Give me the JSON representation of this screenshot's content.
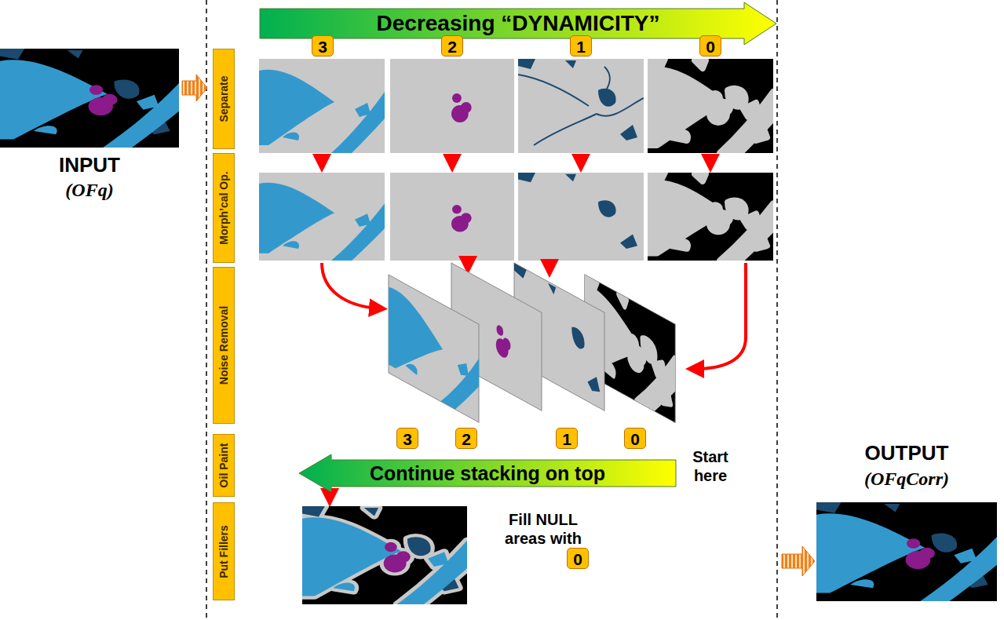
{
  "diagram": {
    "nodes": [
      {
        "text": [
          "Decreasing “DYNAMICITY”"
        ]
      },
      {
        "text": [
          "Separate"
        ]
      },
      {
        "text": [
          "Morph’cal Op."
        ]
      },
      {
        "text": [
          "Noise Removal"
        ]
      },
      {
        "text": [
          "Oil Paint"
        ]
      },
      {
        "text": [
          "Put Fillers"
        ]
      },
      {
        "text": [
          "3"
        ]
      },
      {
        "text": [
          "2"
        ]
      },
      {
        "text": [
          "1"
        ]
      },
      {
        "text": [
          "0"
        ]
      },
      {
        "text": [
          "3"
        ]
      },
      {
        "text": [
          "2"
        ]
      },
      {
        "text": [
          "1"
        ]
      },
      {
        "text": [
          "0"
        ]
      },
      {
        "text": [
          "Continue stacking on top"
        ]
      },
      {
        "text": [
          "0"
        ]
      }
    ],
    "labels": [
      "INPUT",
      "(OFq)",
      "Start here",
      "Fill NULL areas with",
      "OUTPUT",
      "(OFqCorr)"
    ]
  }
}
